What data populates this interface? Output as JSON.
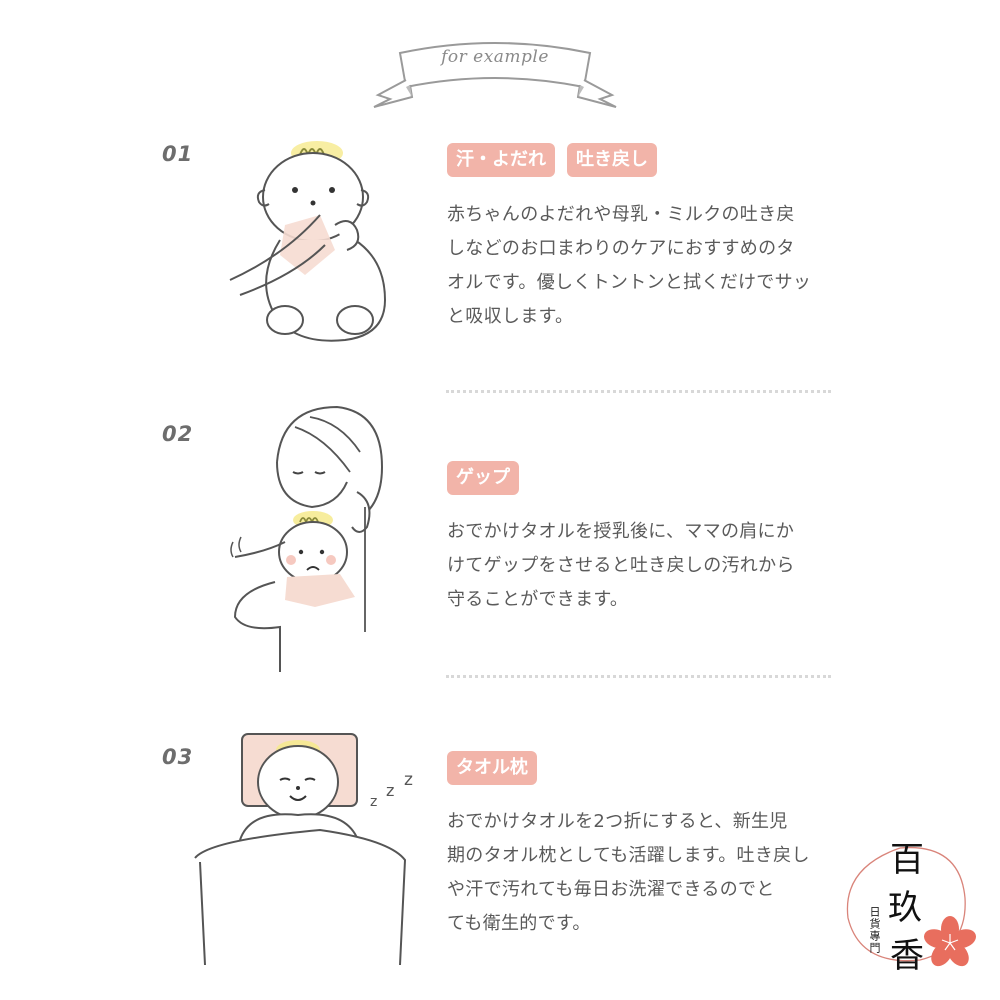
{
  "header": {
    "ribbon_label": "for example"
  },
  "steps": [
    {
      "number": "01",
      "badges": [
        "汗・よだれ",
        "吐き戻し"
      ],
      "lines": [
        "赤ちゃんのよだれや母乳・ミルクの吐き戻",
        "しなどのお口まわりのケアにおすすめのタ",
        "オルです。優しくトントンと拭くだけでサッ",
        "と吸収します。"
      ],
      "illustration": "baby-wiping-mouth-illustration"
    },
    {
      "number": "02",
      "badges": [
        "ゲップ"
      ],
      "lines": [
        "おでかけタオルを授乳後に、ママの肩にか",
        "けてゲップをさせると吐き戻しの汚れから",
        "守ることができます。"
      ],
      "illustration": "mother-burping-baby-illustration"
    },
    {
      "number": "03",
      "badges": [
        "タオル枕"
      ],
      "lines": [
        "おでかけタオルを2つ折にすると、新生児",
        "期のタオル枕としても活躍します。吐き戻し",
        "や汗で汚れても毎日お洗濯できるのでと",
        "ても衛生的です。"
      ],
      "illustration": "sleeping-baby-on-towel-pillow-illustration",
      "sleep_text": "zzz"
    }
  ],
  "logo": {
    "main_chars": [
      "百",
      "玖",
      "香"
    ],
    "sub_text": "日貨專門"
  },
  "colors": {
    "badge_bg": "#f2b4a9",
    "badge_text": "#ffffff",
    "body_text": "#5a5a5a",
    "hair_yellow": "#f6ea8c",
    "towel_pink": "#f6dcd2",
    "sakura": "#e86e5e",
    "logo_circle": "#d9847a"
  }
}
